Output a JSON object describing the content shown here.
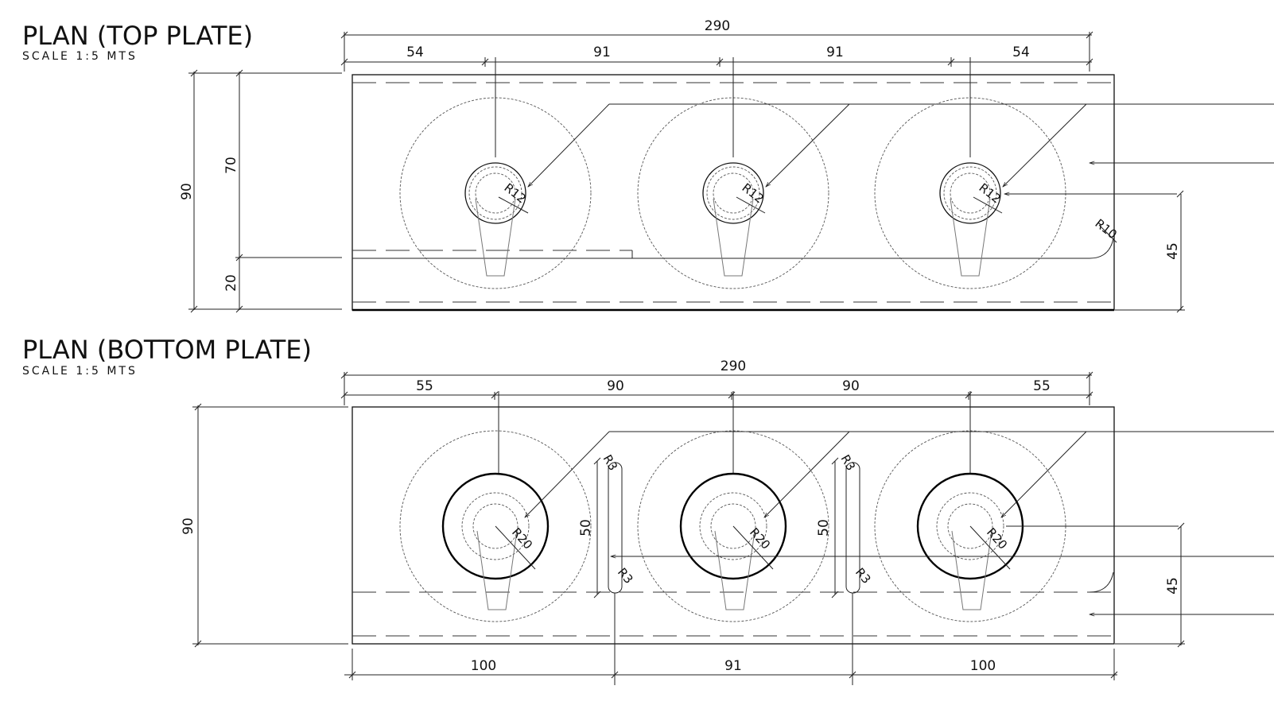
{
  "top_plate": {
    "title": "PLAN (TOP PLATE)",
    "scale": "SCALE  1:5 MTS",
    "dims": {
      "total": "290",
      "seg1": "54",
      "seg2": "91",
      "seg3": "91",
      "seg4": "54",
      "height": "90",
      "upper": "70",
      "lower": "20",
      "right": "45"
    },
    "radii": [
      "R12",
      "R12",
      "R12"
    ],
    "corner_radius": "R10"
  },
  "bottom_plate": {
    "title": "PLAN (BOTTOM PLATE)",
    "scale": "SCALE  1:5 MTS",
    "dims": {
      "total": "290",
      "seg1": "55",
      "seg2": "90",
      "seg3": "90",
      "seg4": "55",
      "height": "90",
      "slot_len_a": "50",
      "slot_len_b": "50",
      "right": "45",
      "bot1": "100",
      "bot2": "91",
      "bot3": "100"
    },
    "radii": [
      "R20",
      "R20",
      "R20"
    ],
    "slot_radii": [
      "R3",
      "R3",
      "R3",
      "R3"
    ]
  }
}
